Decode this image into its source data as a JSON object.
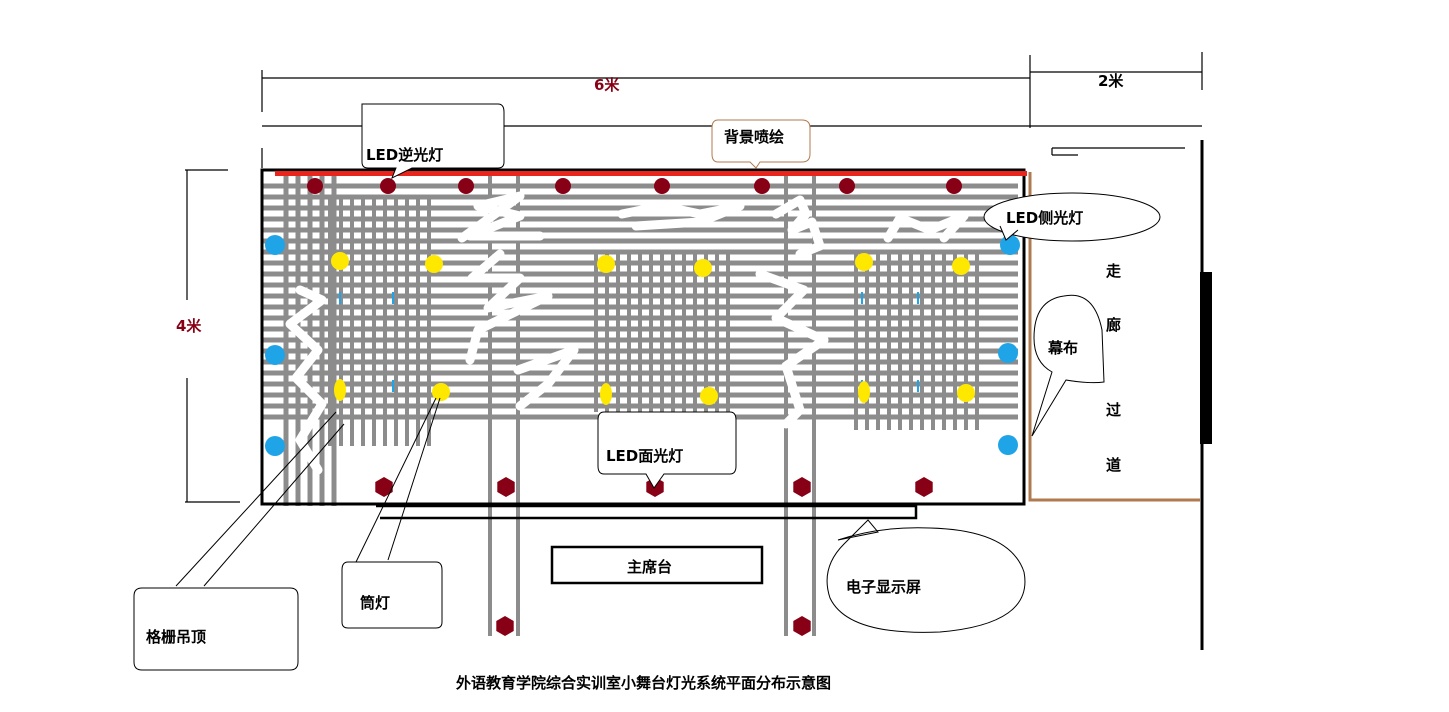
{
  "dimensions": {
    "width_label": "6米",
    "extra_width_label": "2米",
    "height_label": "4米"
  },
  "labels": {
    "led_backlight": "LED逆光灯",
    "background_painting": "背景喷绘",
    "led_sidelight": "LED侧光灯",
    "curtain": "幕布",
    "corridor": [
      "走",
      "廊",
      "过",
      "道"
    ],
    "led_facelight": "LED面光灯",
    "chairman_table": "主席台",
    "electronic_screen": "电子显示屏",
    "downlight": "筒灯",
    "grid_ceiling": "格栅吊顶"
  },
  "caption": "外语教育学院综合实训室小舞台灯光系统平面分布示意图",
  "colors": {
    "stage_outline": "#000000",
    "backdrop_bar": "#e8261e",
    "backlight_dot": "#880015",
    "sidelight_dot": "#20a4e8",
    "downlight_dot": "#ffe800",
    "grid": "#8c8c8c",
    "corridor_wall": "#b07a50",
    "dim_text": "#880015"
  }
}
